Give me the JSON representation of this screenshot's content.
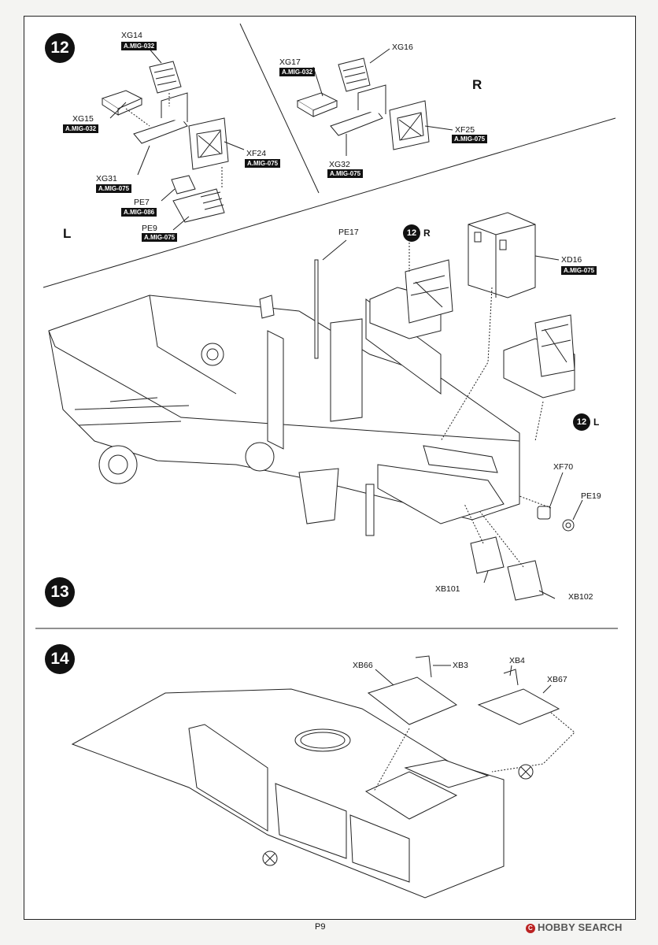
{
  "page": "P9",
  "brand": {
    "name": "HOBBY SEARCH",
    "mark": "C"
  },
  "steps": {
    "s12": "12",
    "s13": "13",
    "s14": "14"
  },
  "sides": {
    "left": "L",
    "right": "R"
  },
  "sub_refs": {
    "r_num": "12",
    "r_side": "R",
    "l_num": "12",
    "l_side": "L"
  },
  "parts": {
    "xg14": "XG14",
    "xg15": "XG15",
    "xg31": "XG31",
    "pe7": "PE7",
    "pe9": "PE9",
    "xf24": "XF24",
    "xg17": "XG17",
    "xg16": "XG16",
    "xg32": "XG32",
    "xf25": "XF25",
    "pe17": "PE17",
    "xd16": "XD16",
    "xf70": "XF70",
    "pe19": "PE19",
    "xb101": "XB101",
    "xb102": "XB102",
    "xb66": "XB66",
    "xb3": "XB3",
    "xb4": "XB4",
    "xb67": "XB67"
  },
  "paints": {
    "mig032": "A.MIG-032",
    "mig075": "A.MIG-075",
    "mig086": "A.MIG-086"
  },
  "colors": {
    "ink": "#111111",
    "paper": "#ffffff",
    "brand_red": "#bb2222"
  }
}
